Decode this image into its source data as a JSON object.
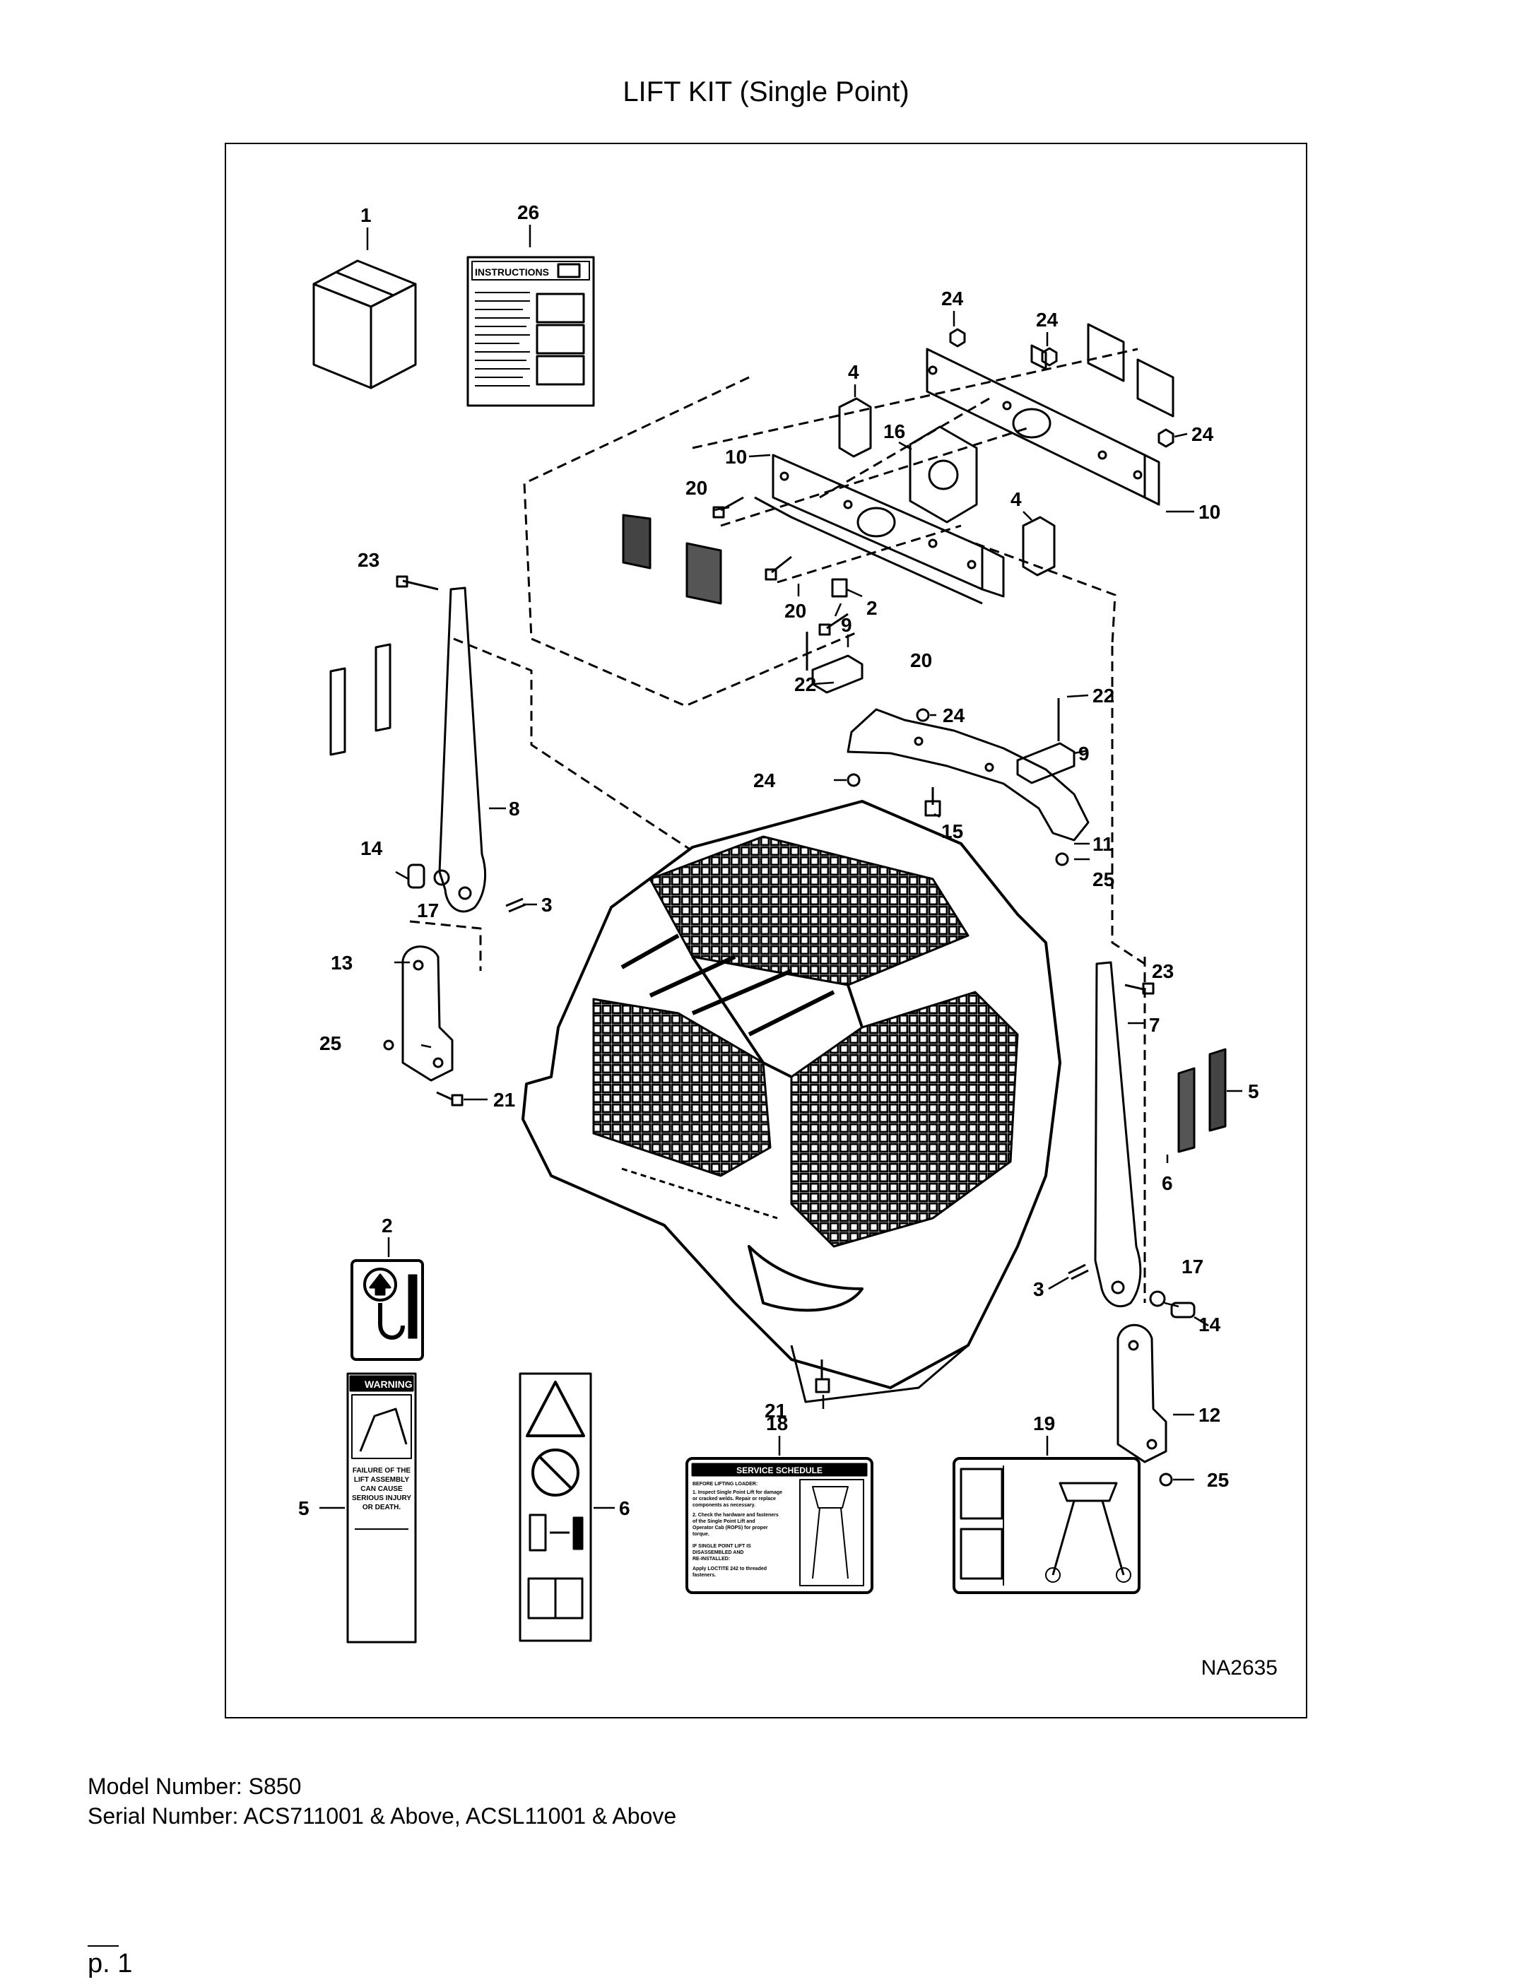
{
  "document": {
    "title": "LIFT KIT (Single Point)",
    "figure_id": "NA2635",
    "model_line": "Model Number: S850",
    "serial_line": "Serial Number: ACS711001 & Above, ACSL11001 & Above",
    "page_label": "p. 1"
  },
  "callouts": {
    "c1": "1",
    "c26": "26",
    "c24a": "24",
    "c24b": "24",
    "c24c": "24",
    "c24d": "24",
    "c24e": "24",
    "c4a": "4",
    "c4b": "4",
    "c16": "16",
    "c10a": "10",
    "c10b": "10",
    "c20a": "20",
    "c20b": "20",
    "c20c": "20",
    "c2a": "2",
    "c9a": "9",
    "c9b": "9",
    "c22a": "22",
    "c22b": "22",
    "c23a": "23",
    "c23b": "23",
    "c8": "8",
    "c7": "7",
    "c14a": "14",
    "c14b": "14",
    "c17a": "17",
    "c17b": "17",
    "c3a": "3",
    "c3b": "3",
    "c15": "15",
    "c11": "11",
    "c25a": "25",
    "c25b": "25",
    "c25c": "25",
    "c13": "13",
    "c12": "12",
    "c21a": "21",
    "c21b": "21",
    "c5a": "5",
    "c5b": "5",
    "c6a": "6",
    "c6b": "6",
    "c2b": "2",
    "c18": "18",
    "c19": "19"
  },
  "decals": {
    "instructions_label": "INSTRUCTIONS",
    "warning_label": "WARNING",
    "warning_text": [
      "FAILURE OF THE",
      "LIFT ASSEMBLY",
      "CAN CAUSE",
      "SERIOUS INJURY",
      "OR DEATH."
    ],
    "service_title": "SERVICE SCHEDULE",
    "service_heading": "BEFORE LIFTING LOADER:",
    "service_lines": [
      "1. Inspect Single Point Lift for damage",
      "or cracked welds. Repair or replace",
      "components as necessary.",
      "2. Check the hardware and fasteners",
      "of the Single Point Lift and",
      "Operator Cab (ROPS) for proper",
      "torque.",
      "IF SINGLE POINT LIFT IS",
      "DISASSEMBLED AND",
      "RE-INSTALLED:",
      "Apply LOCTITE 242 to threaded",
      "fasteners."
    ]
  }
}
